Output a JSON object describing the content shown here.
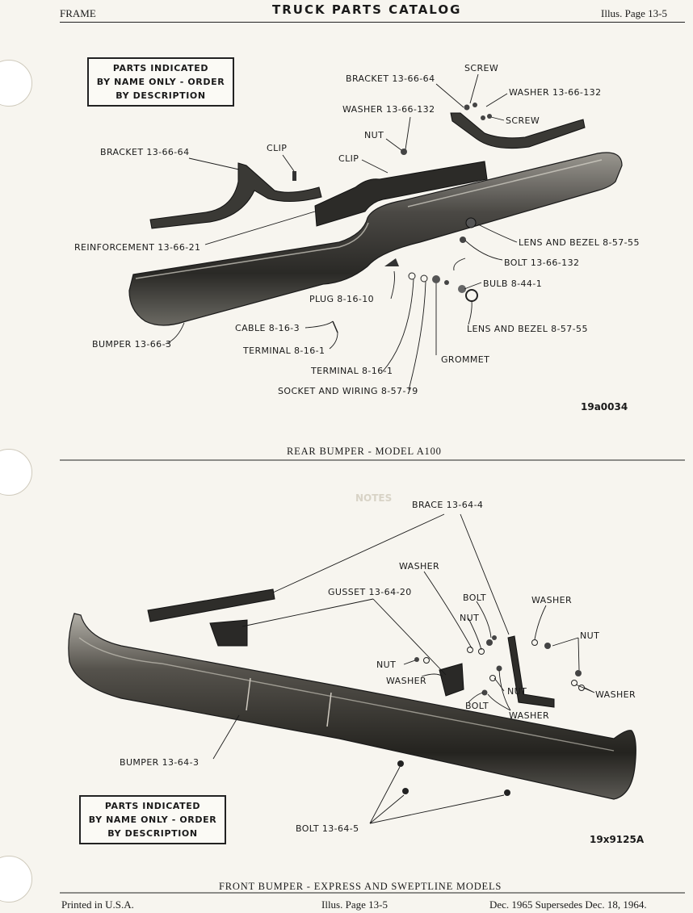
{
  "header": {
    "section": "FRAME",
    "title": "TRUCK PARTS CATALOG",
    "page_ref": "Illus. Page 13-5"
  },
  "notice": {
    "line1": "PARTS INDICATED",
    "line2": "BY NAME ONLY - ORDER",
    "line3": "BY DESCRIPTION"
  },
  "rear": {
    "caption": "REAR BUMPER - MODEL A100",
    "code": "19a0034",
    "labels": {
      "screw1": "SCREW",
      "bracket_right": "BRACKET 13-66-64",
      "washer_right": "WASHER 13-66-132",
      "screw2": "SCREW",
      "washer_left": "WASHER 13-66-132",
      "nut": "NUT",
      "bracket_left": "BRACKET 13-66-64",
      "clip1": "CLIP",
      "clip2": "CLIP",
      "reinforcement": "REINFORCEMENT 13-66-21",
      "lens1": "LENS AND BEZEL 8-57-55",
      "bolt": "BOLT 13-66-132",
      "bulb": "BULB 8-44-1",
      "plug": "PLUG 8-16-10",
      "lens2": "LENS AND BEZEL 8-57-55",
      "cable": "CABLE 8-16-3",
      "bumper": "BUMPER 13-66-3",
      "terminal1": "TERMINAL 8-16-1",
      "grommet": "GROMMET",
      "terminal2": "TERMINAL 8-16-1",
      "socket": "SOCKET AND WIRING 8-57-79"
    }
  },
  "front": {
    "caption": "FRONT BUMPER - EXPRESS AND SWEPTLINE MODELS",
    "code": "19x9125A",
    "labels": {
      "brace": "BRACE 13-64-4",
      "washer_top": "WASHER",
      "gusset": "GUSSET 13-64-20",
      "bolt_top": "BOLT",
      "washer_right": "WASHER",
      "nut_mid": "NUT",
      "nut_right": "NUT",
      "nut_left": "NUT",
      "washer_left": "WASHER",
      "nut_low": "NUT",
      "washer_far_right": "WASHER",
      "bolt_low": "BOLT",
      "washer_low": "WASHER",
      "bumper": "BUMPER 13-64-3",
      "bolt_bottom": "BOLT 13-64-5"
    }
  },
  "footer": {
    "printed": "Printed in U.S.A.",
    "page_ref": "Illus. Page 13-5",
    "date": "Dec. 1965 Supersedes Dec. 18, 1964."
  }
}
